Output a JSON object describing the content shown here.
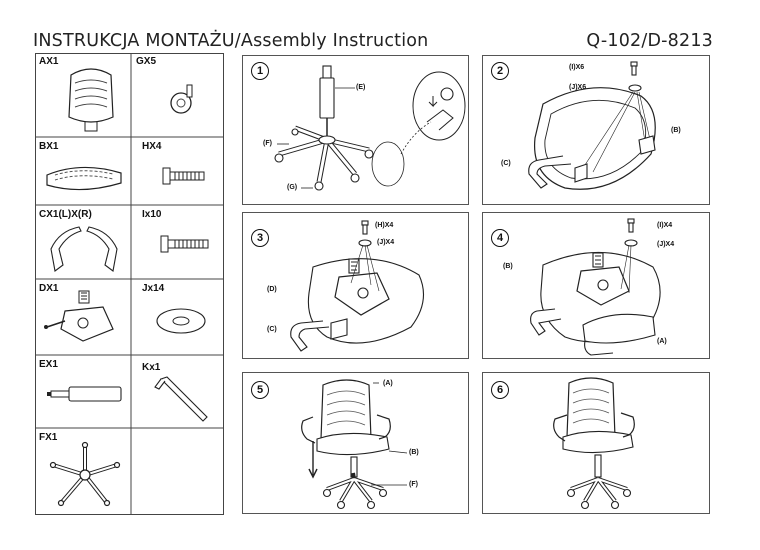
{
  "header": {
    "title": "INSTRUKCJA  MONTAŻU/Assembly  Instruction",
    "model": "Q-102/D-8213"
  },
  "parts": [
    {
      "label": "AX1",
      "icon": "backrest-icon"
    },
    {
      "label": "GX5",
      "icon": "caster-icon"
    },
    {
      "label": "BX1",
      "icon": "seat-cushion-icon"
    },
    {
      "label": "HX4",
      "icon": "bolt-icon"
    },
    {
      "label": "CX1(L)X(R)",
      "icon": "armrest-pair-icon"
    },
    {
      "label": "Ix10",
      "icon": "bolt-long-icon"
    },
    {
      "label": "DX1",
      "icon": "mechanism-icon"
    },
    {
      "label": "Jx14",
      "icon": "washer-icon"
    },
    {
      "label": "EX1",
      "icon": "gas-lift-icon"
    },
    {
      "label": "Kx1",
      "icon": "allen-key-icon"
    },
    {
      "label": "FX1",
      "icon": "star-base-icon"
    }
  ],
  "steps": [
    {
      "number": "1",
      "callouts": [
        "(E)",
        "(F)",
        "(G)"
      ]
    },
    {
      "number": "2",
      "callouts": [
        "(I)X6",
        "(J)X6",
        "(B)",
        "(C)"
      ]
    },
    {
      "number": "3",
      "callouts": [
        "(H)X4",
        "(J)X4",
        "(D)",
        "(C)"
      ]
    },
    {
      "number": "4",
      "callouts": [
        "(I)X4",
        "(J)X4",
        "(B)",
        "(A)"
      ]
    },
    {
      "number": "5",
      "callouts": [
        "(A)",
        "(B)",
        "(F)"
      ]
    },
    {
      "number": "6",
      "callouts": []
    }
  ]
}
